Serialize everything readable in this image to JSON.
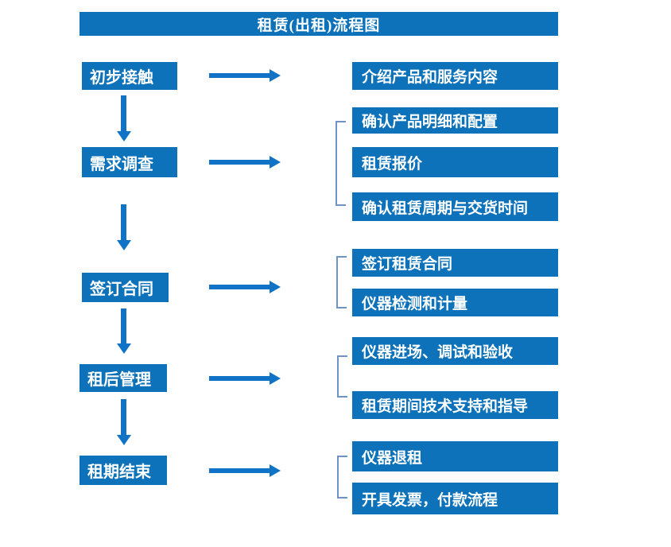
{
  "title": "租赁(出租)流程图",
  "colors": {
    "primary_blue": "#0d72b9",
    "arrow_blue": "#1173c6",
    "bracket_blue": "#6f93c4"
  },
  "stages": [
    {
      "label": "初步接触"
    },
    {
      "label": "需求调查"
    },
    {
      "label": "签订合同"
    },
    {
      "label": "租后管理"
    },
    {
      "label": "租期结束"
    }
  ],
  "details": [
    {
      "label": "介绍产品和服务内容"
    },
    {
      "label": "确认产品明细和配置"
    },
    {
      "label": "租赁报价"
    },
    {
      "label": "确认租赁周期与交货时间"
    },
    {
      "label": "签订租赁合同"
    },
    {
      "label": "仪器检测和计量"
    },
    {
      "label": "仪器进场、调试和验收"
    },
    {
      "label": "租赁期间技术支持和指导"
    },
    {
      "label": "仪器退租"
    },
    {
      "label": "开具发票，付款流程"
    }
  ]
}
